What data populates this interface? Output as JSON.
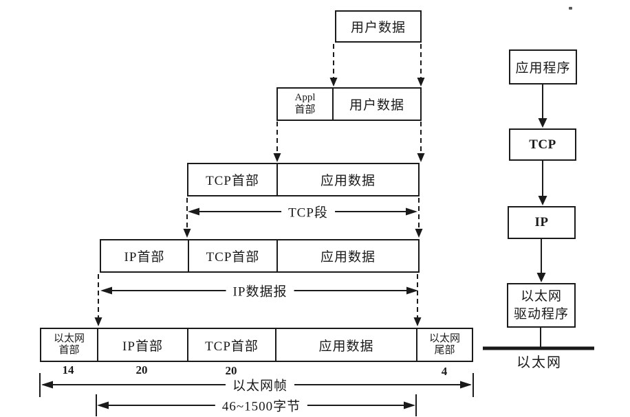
{
  "enc": {
    "row1": {
      "user_data": "用户数据"
    },
    "row2": {
      "appl_header": "Appl\n首部",
      "user_data": "用户数据"
    },
    "row3": {
      "tcp_header": "TCP首部",
      "app_data": "应用数据",
      "span_label": "TCP段"
    },
    "row4": {
      "ip_header": "IP首部",
      "tcp_header": "TCP首部",
      "app_data": "应用数据",
      "span_label": "IP数据报"
    },
    "row5": {
      "eth_header": "以太网\n首部",
      "ip_header": "IP首部",
      "tcp_header": "TCP首部",
      "app_data": "应用数据",
      "eth_trailer": "以太网\n尾部",
      "eth_header_bytes": "14",
      "ip_header_bytes": "20",
      "tcp_header_bytes": "20",
      "eth_trailer_bytes": "4"
    },
    "frame_span_label": "以太网帧",
    "payload_span_label": "46~1500字节"
  },
  "stack": {
    "application": "应用程序",
    "tcp": "TCP",
    "ip": "IP",
    "ethernet_driver": "以太网\n驱动程序",
    "ethernet_label": "以太网"
  },
  "colors": {
    "ink": "#1a1a1a",
    "background": "#ffffff"
  }
}
